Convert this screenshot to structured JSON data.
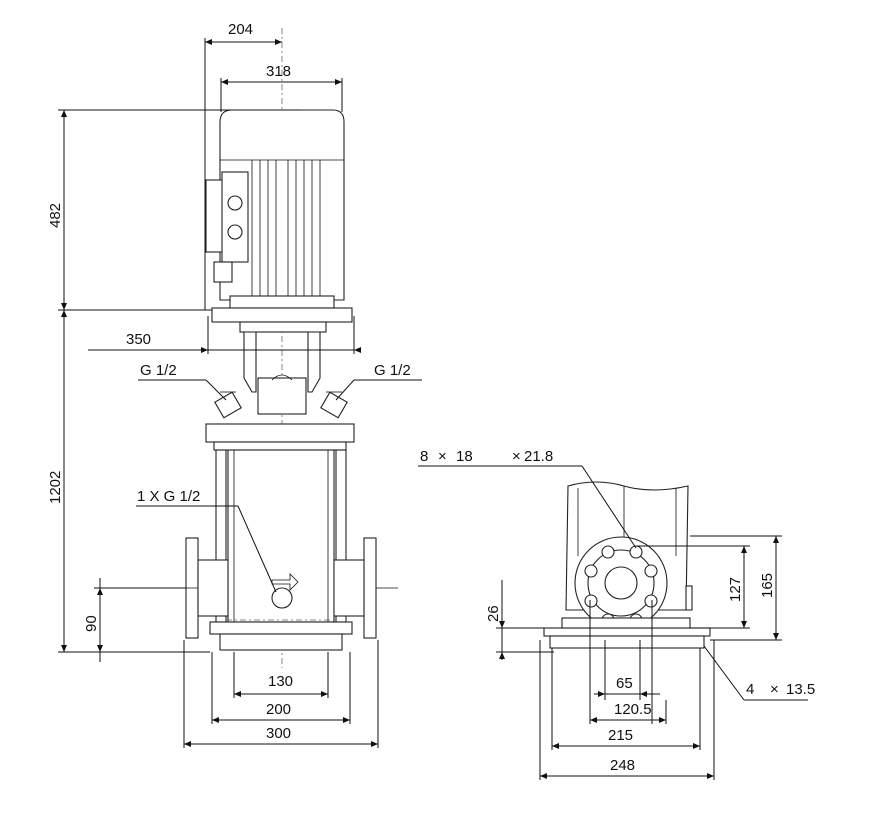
{
  "front_view": {
    "dim_204": "204",
    "dim_318": "318",
    "dim_482": "482",
    "dim_350": "350",
    "dim_1202": "1202",
    "dim_90": "90",
    "dim_130": "130",
    "dim_200": "200",
    "dim_300": "300",
    "port_left": "G 1/2",
    "port_right": "G 1/2",
    "drain": "1 X G 1/2"
  },
  "side_view": {
    "holes_count": "8",
    "holes_x": "×",
    "holes_dia": "18",
    "pcd_x": "×",
    "pcd": "21.8",
    "dim_26": "26",
    "dim_127": "127",
    "dim_165": "165",
    "dim_65": "65",
    "dim_120_5": "120.5",
    "dim_215": "215",
    "dim_248": "248",
    "mount_count": "4",
    "mount_x": "×",
    "mount_dia": "13.5"
  }
}
